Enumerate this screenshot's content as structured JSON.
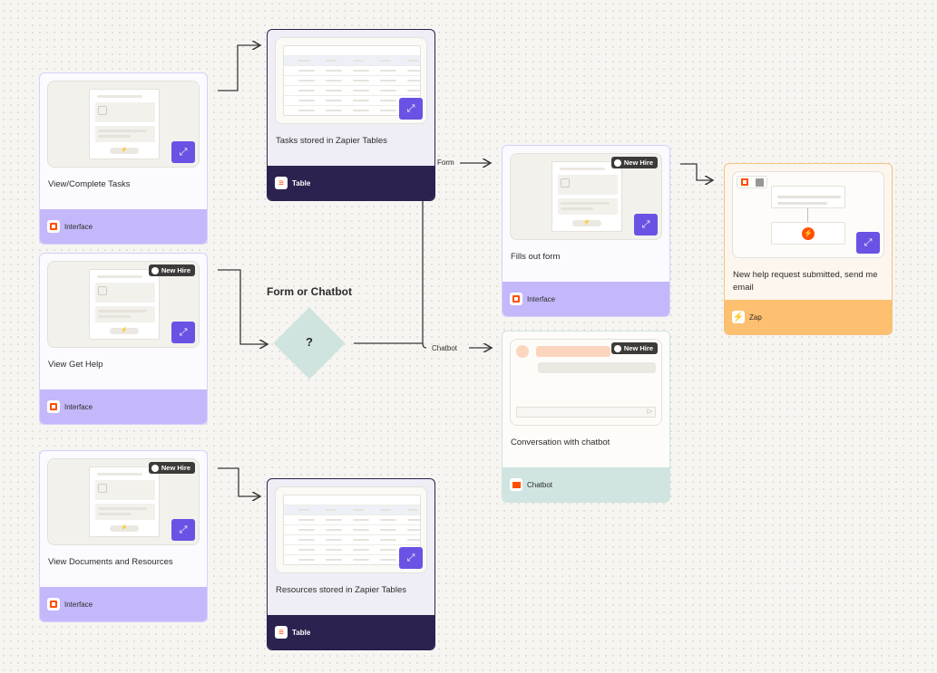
{
  "colors": {
    "interface": "#c4b8fb",
    "table": "#2b2250",
    "chatbot": "#d0e5e1",
    "zap": "#fdbf70",
    "expand": "#6a52e4",
    "decision": "#cfe4df"
  },
  "cards": [
    {
      "id": "view-complete-tasks",
      "kind": "form",
      "title": "View/Complete Tasks",
      "app": "Interface",
      "badge": null,
      "preview": "form"
    },
    {
      "id": "view-get-help",
      "kind": "form",
      "title": "View Get Help",
      "app": "Interface",
      "badge": "New Hire",
      "preview": "form"
    },
    {
      "id": "view-documents",
      "kind": "form",
      "title": "View Documents and Resources",
      "app": "Interface",
      "badge": "New Hire",
      "preview": "form"
    },
    {
      "id": "tasks-table",
      "kind": "table",
      "title": "Tasks stored in Zapier Tables",
      "app": "Table",
      "badge": null,
      "preview": "table"
    },
    {
      "id": "resources-table",
      "kind": "table",
      "title": "Resources stored in Zapier Tables",
      "app": "Table",
      "badge": null,
      "preview": "table"
    },
    {
      "id": "fills-out-form",
      "kind": "form",
      "title": "Fills out form",
      "app": "Interface",
      "badge": "New Hire",
      "preview": "form"
    },
    {
      "id": "chatbot-conversation",
      "kind": "chat",
      "title": "Conversation with chatbot",
      "app": "Chatbot",
      "badge": "New Hire",
      "preview": "chat"
    },
    {
      "id": "help-request-zap",
      "kind": "zap",
      "title": "New help request submitted, send me email",
      "app": "Zap",
      "badge": null,
      "preview": "zap"
    }
  ],
  "decision": {
    "title": "Form or Chatbot",
    "symbol": "?"
  },
  "edges": {
    "form": "Form",
    "chatbot": "Chatbot"
  }
}
